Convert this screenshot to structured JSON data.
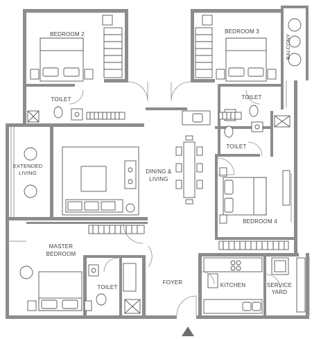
{
  "rooms": {
    "bedroom2": "BEDROOM 2",
    "bedroom3": "BEDROOM 3",
    "balcony": "BALCONY",
    "toilet_left": "TOILET",
    "toilet_right_upper": "TOILET",
    "toilet_right_lower": "TOILET",
    "extended_living_line1": "EXTENDED",
    "extended_living_line2": "LIVING",
    "dining_line1": "DINING &",
    "dining_line2": "LIVING",
    "bedroom4": "BEDROOM 4",
    "master_line1": "MASTER",
    "master_line2": "BEDROOM",
    "toilet_master": "TOILET",
    "foyer": "FOYER",
    "kitchen": "KITCHEN",
    "service_line1": "SERVICE",
    "service_line2": "YARD"
  },
  "colors": {
    "wall": "#8c8c8c",
    "furniture_line": "#555555"
  },
  "entrance_marker": "triangle-up-icon"
}
